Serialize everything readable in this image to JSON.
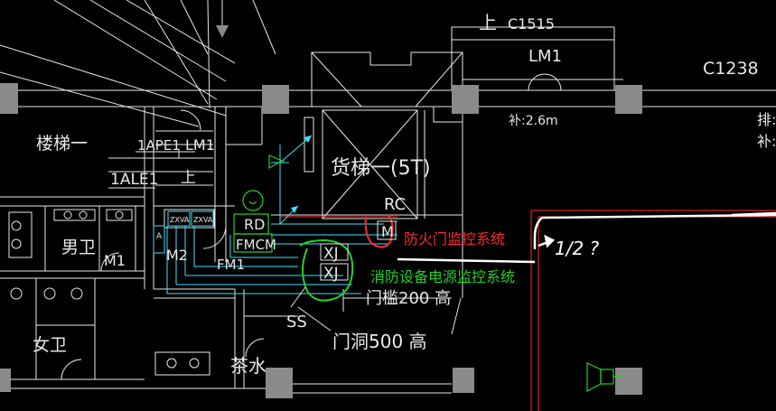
{
  "drawing": {
    "colors": {
      "background": "#000000",
      "lines": "#e8e8e8",
      "cyan": "#3fe0ff",
      "green": "#22d02a",
      "red": "#ff2a2a",
      "column": "#8a8a8a"
    },
    "labels": {
      "up_top": "上",
      "window_c1515": "C1515",
      "lm1_top": "LM1",
      "window_c1238": "C1238",
      "supplement_26m": "补:2.6m",
      "exhaust_right": "排:",
      "supplement_right": "补:",
      "stair_one": "楼梯一",
      "panel_1ape1": "1APE1",
      "panel_1ale1": "1ALE1",
      "lm1_mid": "LM1",
      "up_mid": "上",
      "freight_elevator": "货梯一(5T)",
      "rc": "RC",
      "rd": "RD",
      "fmcm": "FMCM",
      "xj_one": "XJ",
      "xj_two": "XJ",
      "m_box": "M",
      "fire_door_system": "防火门监控系统",
      "fire_power_system": "消防设备电源监控系统",
      "handwrite_fraction": "1/2 ?",
      "mens_toilet": "男卫",
      "m1_left": "M1",
      "m2": "M2",
      "fm1": "FM1",
      "box_zxva_1": "ZXVA",
      "box_zxva_2": "ZXVA",
      "box_small": "A",
      "sill_200": "门槛200 高",
      "ss": "SS",
      "door_opening_500": "门洞500 高",
      "womens_toilet": "女卫",
      "tea_water": "茶水"
    }
  }
}
